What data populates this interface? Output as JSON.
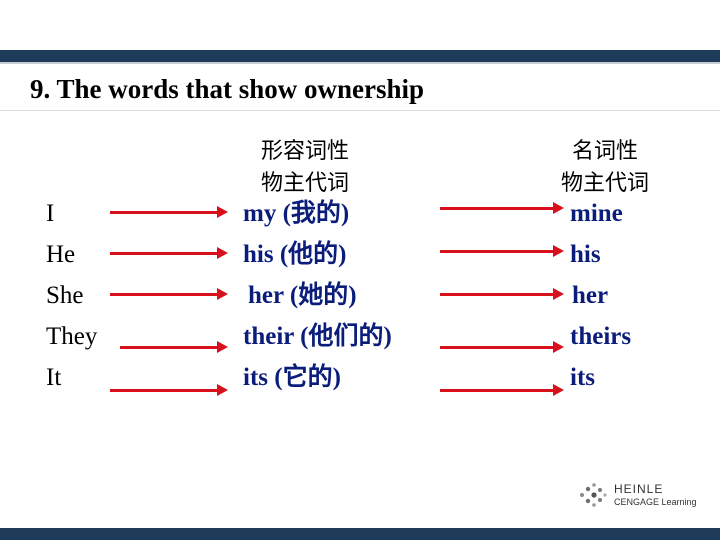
{
  "title": "9. The words that show ownership",
  "headers": {
    "adjective": [
      "形容词性",
      "物主代词"
    ],
    "noun": [
      "名词性",
      "物主代词"
    ]
  },
  "subjects": [
    "I",
    "He",
    "She",
    "They",
    "It"
  ],
  "adjective_possessives": [
    "my (我的)",
    "his (他的)",
    "her (她的)",
    "their (他们的)",
    "its (它的)"
  ],
  "noun_possessives": [
    "mine",
    "his",
    "her",
    "theirs",
    "its"
  ],
  "logo": {
    "name": "HEINLE",
    "sub": "CENGAGE Learning"
  },
  "colors": {
    "accent_bar": "#1f3b5a",
    "arrow": "#d8101c",
    "possessive_text": "#0a1d7a"
  }
}
